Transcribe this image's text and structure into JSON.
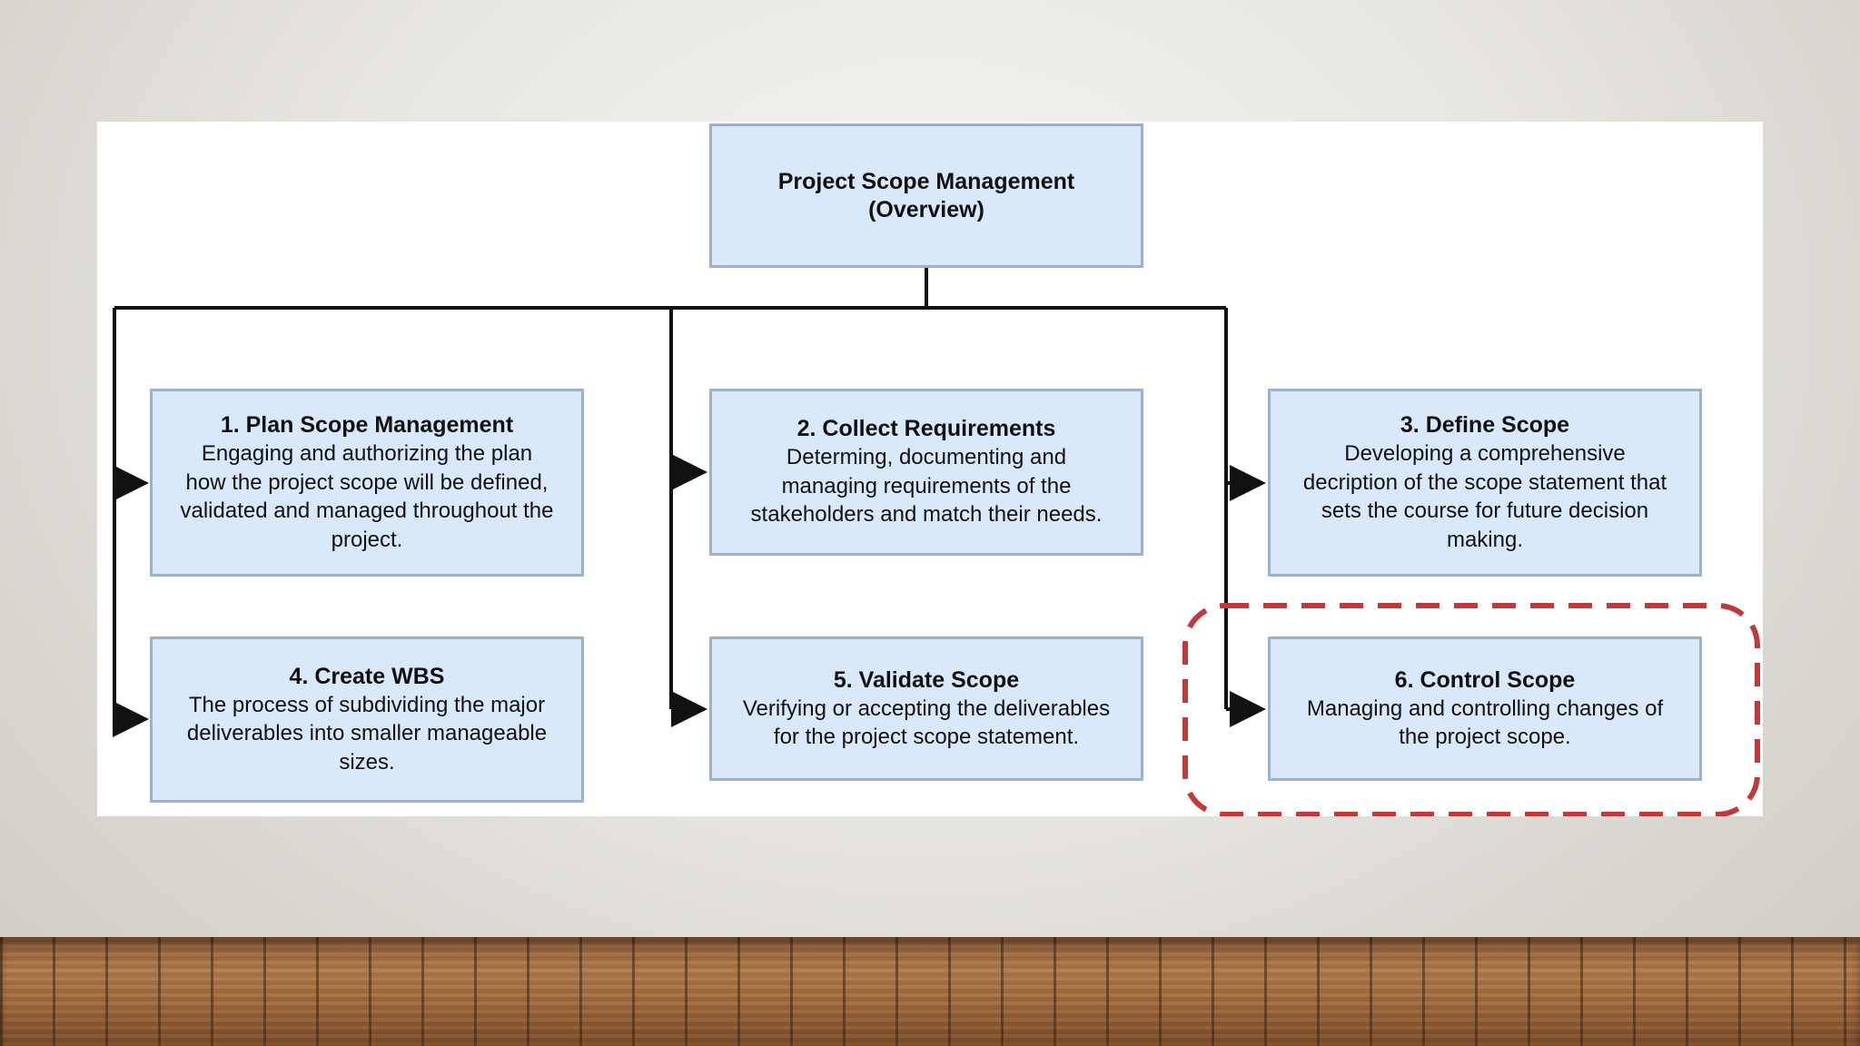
{
  "diagram": {
    "root": {
      "title": "Project Scope Management\n(Overview)"
    },
    "processes": [
      {
        "title": "1. Plan Scope Management",
        "description": "Engaging and authorizing the plan\nhow the project scope will be defined,\nvalidated and managed throughout the\nproject."
      },
      {
        "title": "2. Collect Requirements",
        "description": "Determing, documenting and\nmanaging requirements of the\nstakeholders and match their needs."
      },
      {
        "title": "3. Define Scope",
        "description": "Developing a comprehensive\ndecription of the scope statement that\nsets the course for future decision\nmaking."
      },
      {
        "title": "4. Create WBS",
        "description": "The process of subdividing the major\ndeliverables into smaller manageable\nsizes."
      },
      {
        "title": "5. Validate Scope",
        "description": "Verifying or accepting the deliverables\nfor the project scope statement."
      },
      {
        "title": "6. Control Scope",
        "description": "Managing and controlling changes of\nthe project scope."
      }
    ],
    "highlighted_process": "6. Control Scope",
    "colors": {
      "box_fill": "#dae8fc",
      "box_border": "#9cb2cc",
      "connector": "#111111",
      "highlight": "#c0393b"
    }
  }
}
